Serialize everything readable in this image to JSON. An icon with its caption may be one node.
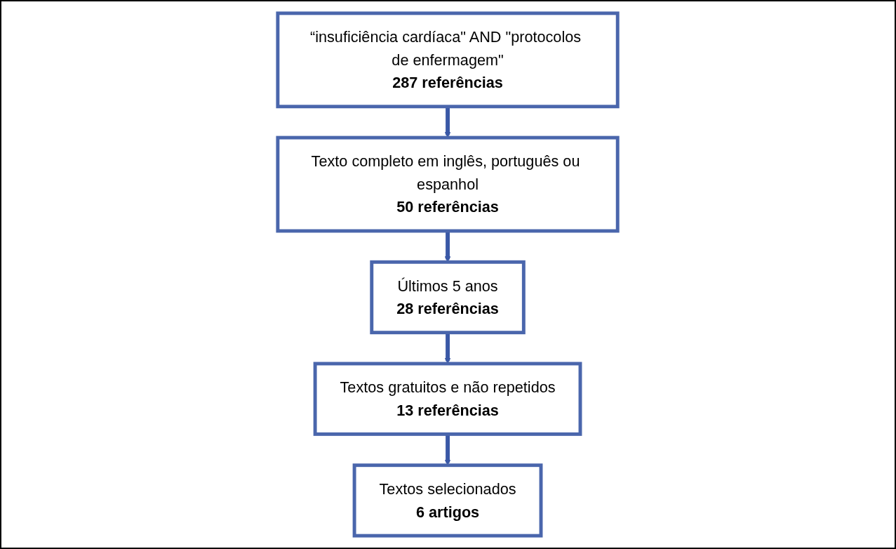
{
  "diagram": {
    "nodes": [
      {
        "text": [
          "“insuficiência cardíaca\" AND \"protocolos de enfermagem\"",
          "287 referências"
        ]
      },
      {
        "text": [
          "Texto completo em inglês, português ou espanhol",
          "50 referências"
        ]
      },
      {
        "text": [
          "Últimos 5 anos",
          "28 referências"
        ]
      },
      {
        "text": [
          "Textos gratuitos e não repetidos",
          "13 referências"
        ]
      },
      {
        "text": [
          "Textos selecionados",
          "6 artigos"
        ]
      }
    ],
    "edges": [
      {
        "from": 0,
        "to": 1,
        "arrow": "to"
      },
      {
        "from": 1,
        "to": 2,
        "arrow": "to"
      },
      {
        "from": 2,
        "to": 3,
        "arrow": "to"
      },
      {
        "from": 3,
        "to": 4,
        "arrow": "to"
      }
    ]
  }
}
